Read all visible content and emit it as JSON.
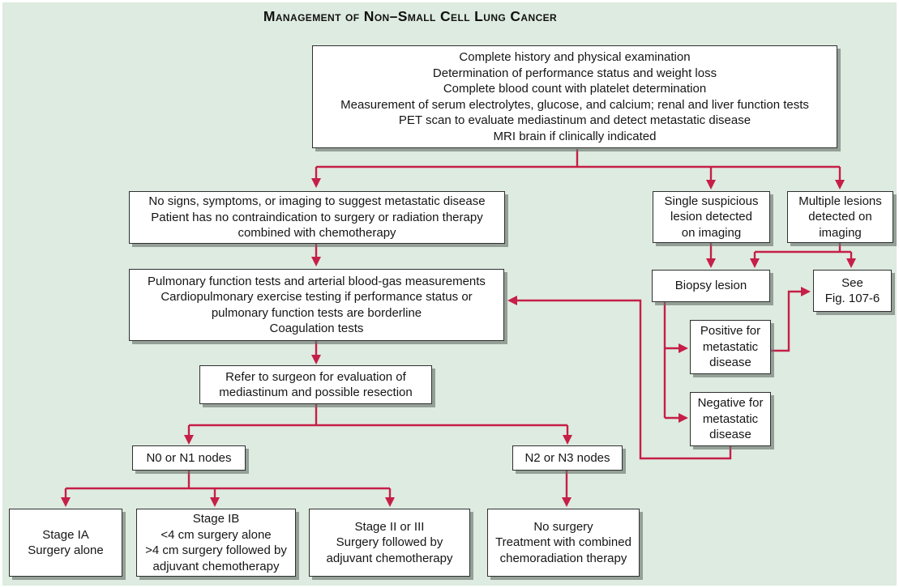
{
  "title": "Management of Non–Small Cell Lung Cancer",
  "colors": {
    "background": "#deebe0",
    "arrow": "#c51f48",
    "box_fill": "#ffffff",
    "box_border": "#2f2f2f",
    "box_shadow": "#68726a",
    "text": "#151515"
  },
  "nodes": {
    "intake": {
      "text": "Complete history and physical examination\nDetermination of performance status and weight loss\nComplete blood count with platelet determination\nMeasurement of serum electrolytes, glucose, and calcium; renal and liver function tests\nPET scan to evaluate mediastinum and detect metastatic disease\nMRI brain if clinically indicated"
    },
    "no_mets": {
      "text": "No signs, symptoms, or imaging to suggest metastatic disease\nPatient has no contraindication to surgery or radiation therapy\ncombined with chemotherapy"
    },
    "single_lesion": {
      "text": "Single suspicious\nlesion detected\non imaging"
    },
    "multiple_lesions": {
      "text": "Multiple lesions\ndetected on\nimaging"
    },
    "biopsy": {
      "text": "Biopsy lesion"
    },
    "see_fig": {
      "text": "See\nFig. 107-6"
    },
    "pulmonary": {
      "text": "Pulmonary function tests and arterial blood-gas measurements\nCardiopulmonary exercise testing if performance status or\npulmonary function tests are borderline\nCoagulation tests"
    },
    "positive": {
      "text": "Positive for\nmetastatic\ndisease"
    },
    "negative": {
      "text": "Negative for\nmetastatic\ndisease"
    },
    "refer": {
      "text": "Refer to surgeon for evaluation of\nmediastinum and possible resection"
    },
    "n0n1": {
      "text": "N0 or N1 nodes"
    },
    "n2n3": {
      "text": "N2 or N3 nodes"
    },
    "stage_ia": {
      "text": "Stage IA\nSurgery alone"
    },
    "stage_ib": {
      "text": "Stage IB\n<4 cm surgery alone\n>4 cm surgery followed by\nadjuvant chemotherapy"
    },
    "stage_ii_iii": {
      "text": "Stage II or III\nSurgery followed by\nadjuvant chemotherapy"
    },
    "no_surgery": {
      "text": "No surgery\nTreatment with combined\nchemoradiation therapy"
    }
  }
}
